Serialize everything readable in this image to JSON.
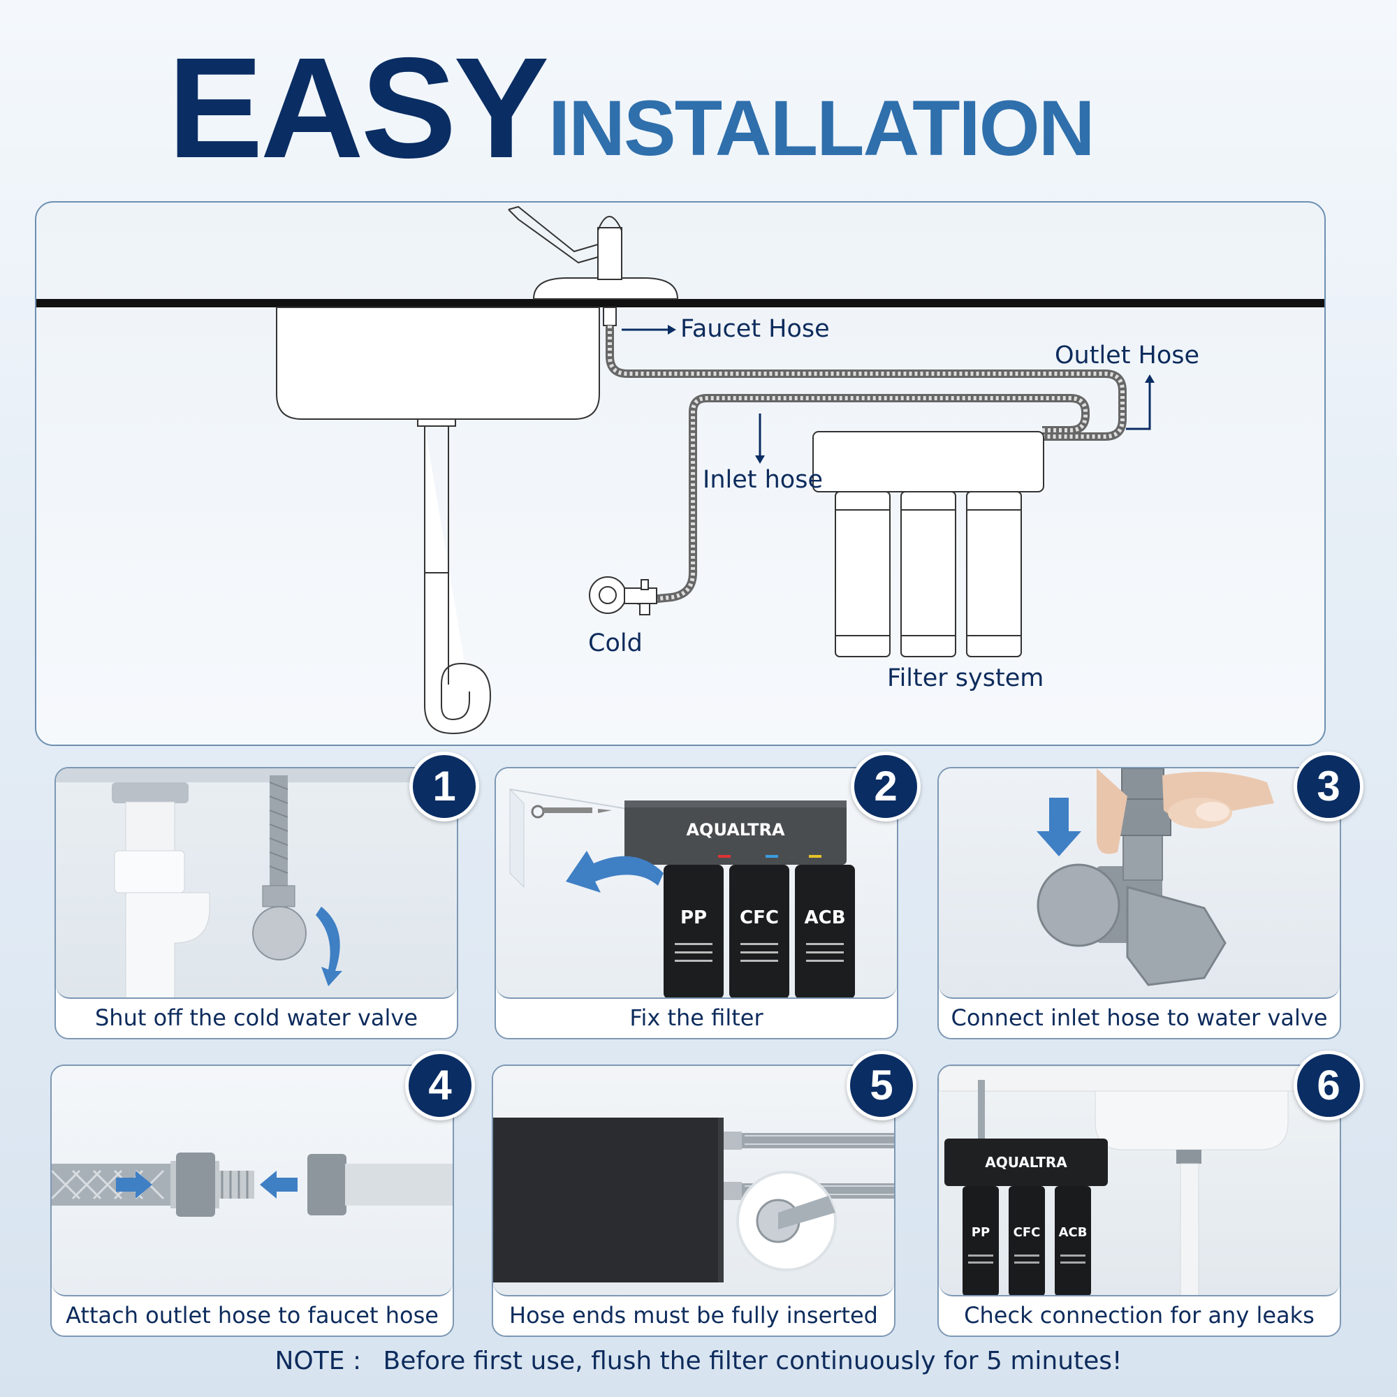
{
  "title": {
    "main": "EASY",
    "sub": "INSTALLATION"
  },
  "diagram": {
    "labels": {
      "faucet_hose": "Faucet Hose",
      "outlet_hose": "Outlet Hose",
      "inlet_hose": "Inlet hose",
      "cold": "Cold",
      "filter_system": "Filter system"
    }
  },
  "steps": [
    {
      "number": "1",
      "caption": "Shut off the cold water valve"
    },
    {
      "number": "2",
      "caption": "Fix the filter",
      "brand": "AQUALTRA",
      "cartridges": [
        "PP",
        "CFC",
        "ACB"
      ]
    },
    {
      "number": "3",
      "caption": "Connect inlet hose to water valve"
    },
    {
      "number": "4",
      "caption": "Attach outlet hose to faucet hose"
    },
    {
      "number": "5",
      "caption": "Hose ends must be fully inserted"
    },
    {
      "number": "6",
      "caption": "Check connection for any leaks",
      "brand": "AQUALTRA",
      "cartridges": [
        "PP",
        "CFC",
        "ACB"
      ]
    }
  ],
  "note": {
    "label": "NOTE :",
    "text": "Before first use, flush the filter continuously for 5 minutes!"
  },
  "colors": {
    "navy": "#0a2d63",
    "blue": "#2f6fab",
    "arrow_blue": "#3f7fc4"
  }
}
